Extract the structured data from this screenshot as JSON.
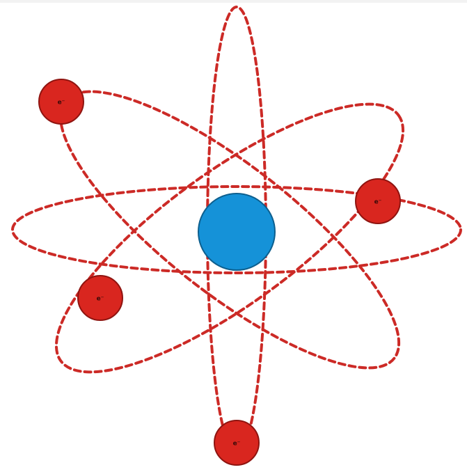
{
  "colors": {
    "background": "#ffffff",
    "orbit": "#cc2a26",
    "nucleus": "#1592d8",
    "nucleus_edge": "#0d5f8e",
    "electron": "#d9261f",
    "electron_edge": "#8f1410",
    "electron_label": "#3a0a08"
  },
  "electrons": [
    {
      "label": "e⁻"
    },
    {
      "label": "e⁻"
    },
    {
      "label": "e⁻"
    },
    {
      "label": "e⁻"
    }
  ]
}
